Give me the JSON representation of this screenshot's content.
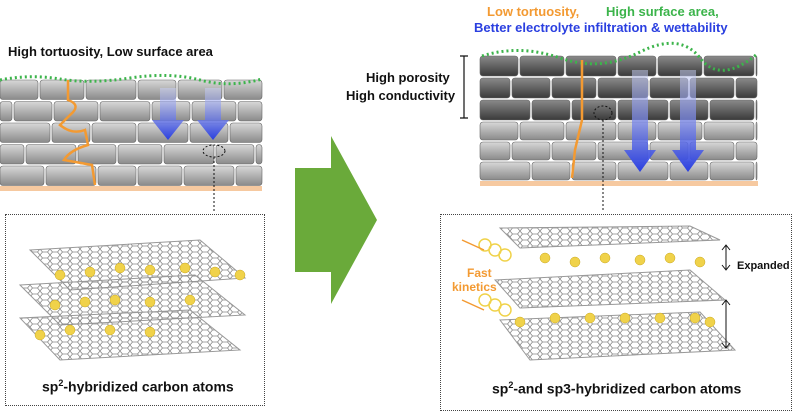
{
  "left": {
    "heading": "High tortuosity, Low surface area",
    "caption_prefix": "sp",
    "caption_sup": "2",
    "caption_rest": "-hybridized carbon atoms"
  },
  "right": {
    "heading_orange": "Low tortuosity,",
    "heading_green": "High surface area,",
    "heading_blue": "Better electrolyte infiltration & wettability",
    "porosity": "High porosity",
    "conductivity": "High conductivity",
    "fast": "Fast",
    "kinetics": "kinetics",
    "expanded": "Expanded",
    "caption_prefix": "sp",
    "caption_sup": "2",
    "caption_rest": "-and sp3-hybridized carbon atoms"
  },
  "colors": {
    "orange": "#f39a32",
    "green": "#3cb44b",
    "blue": "#2a3fe0",
    "arrow": "#6aaa3a",
    "yellow": "#f0d24a"
  }
}
